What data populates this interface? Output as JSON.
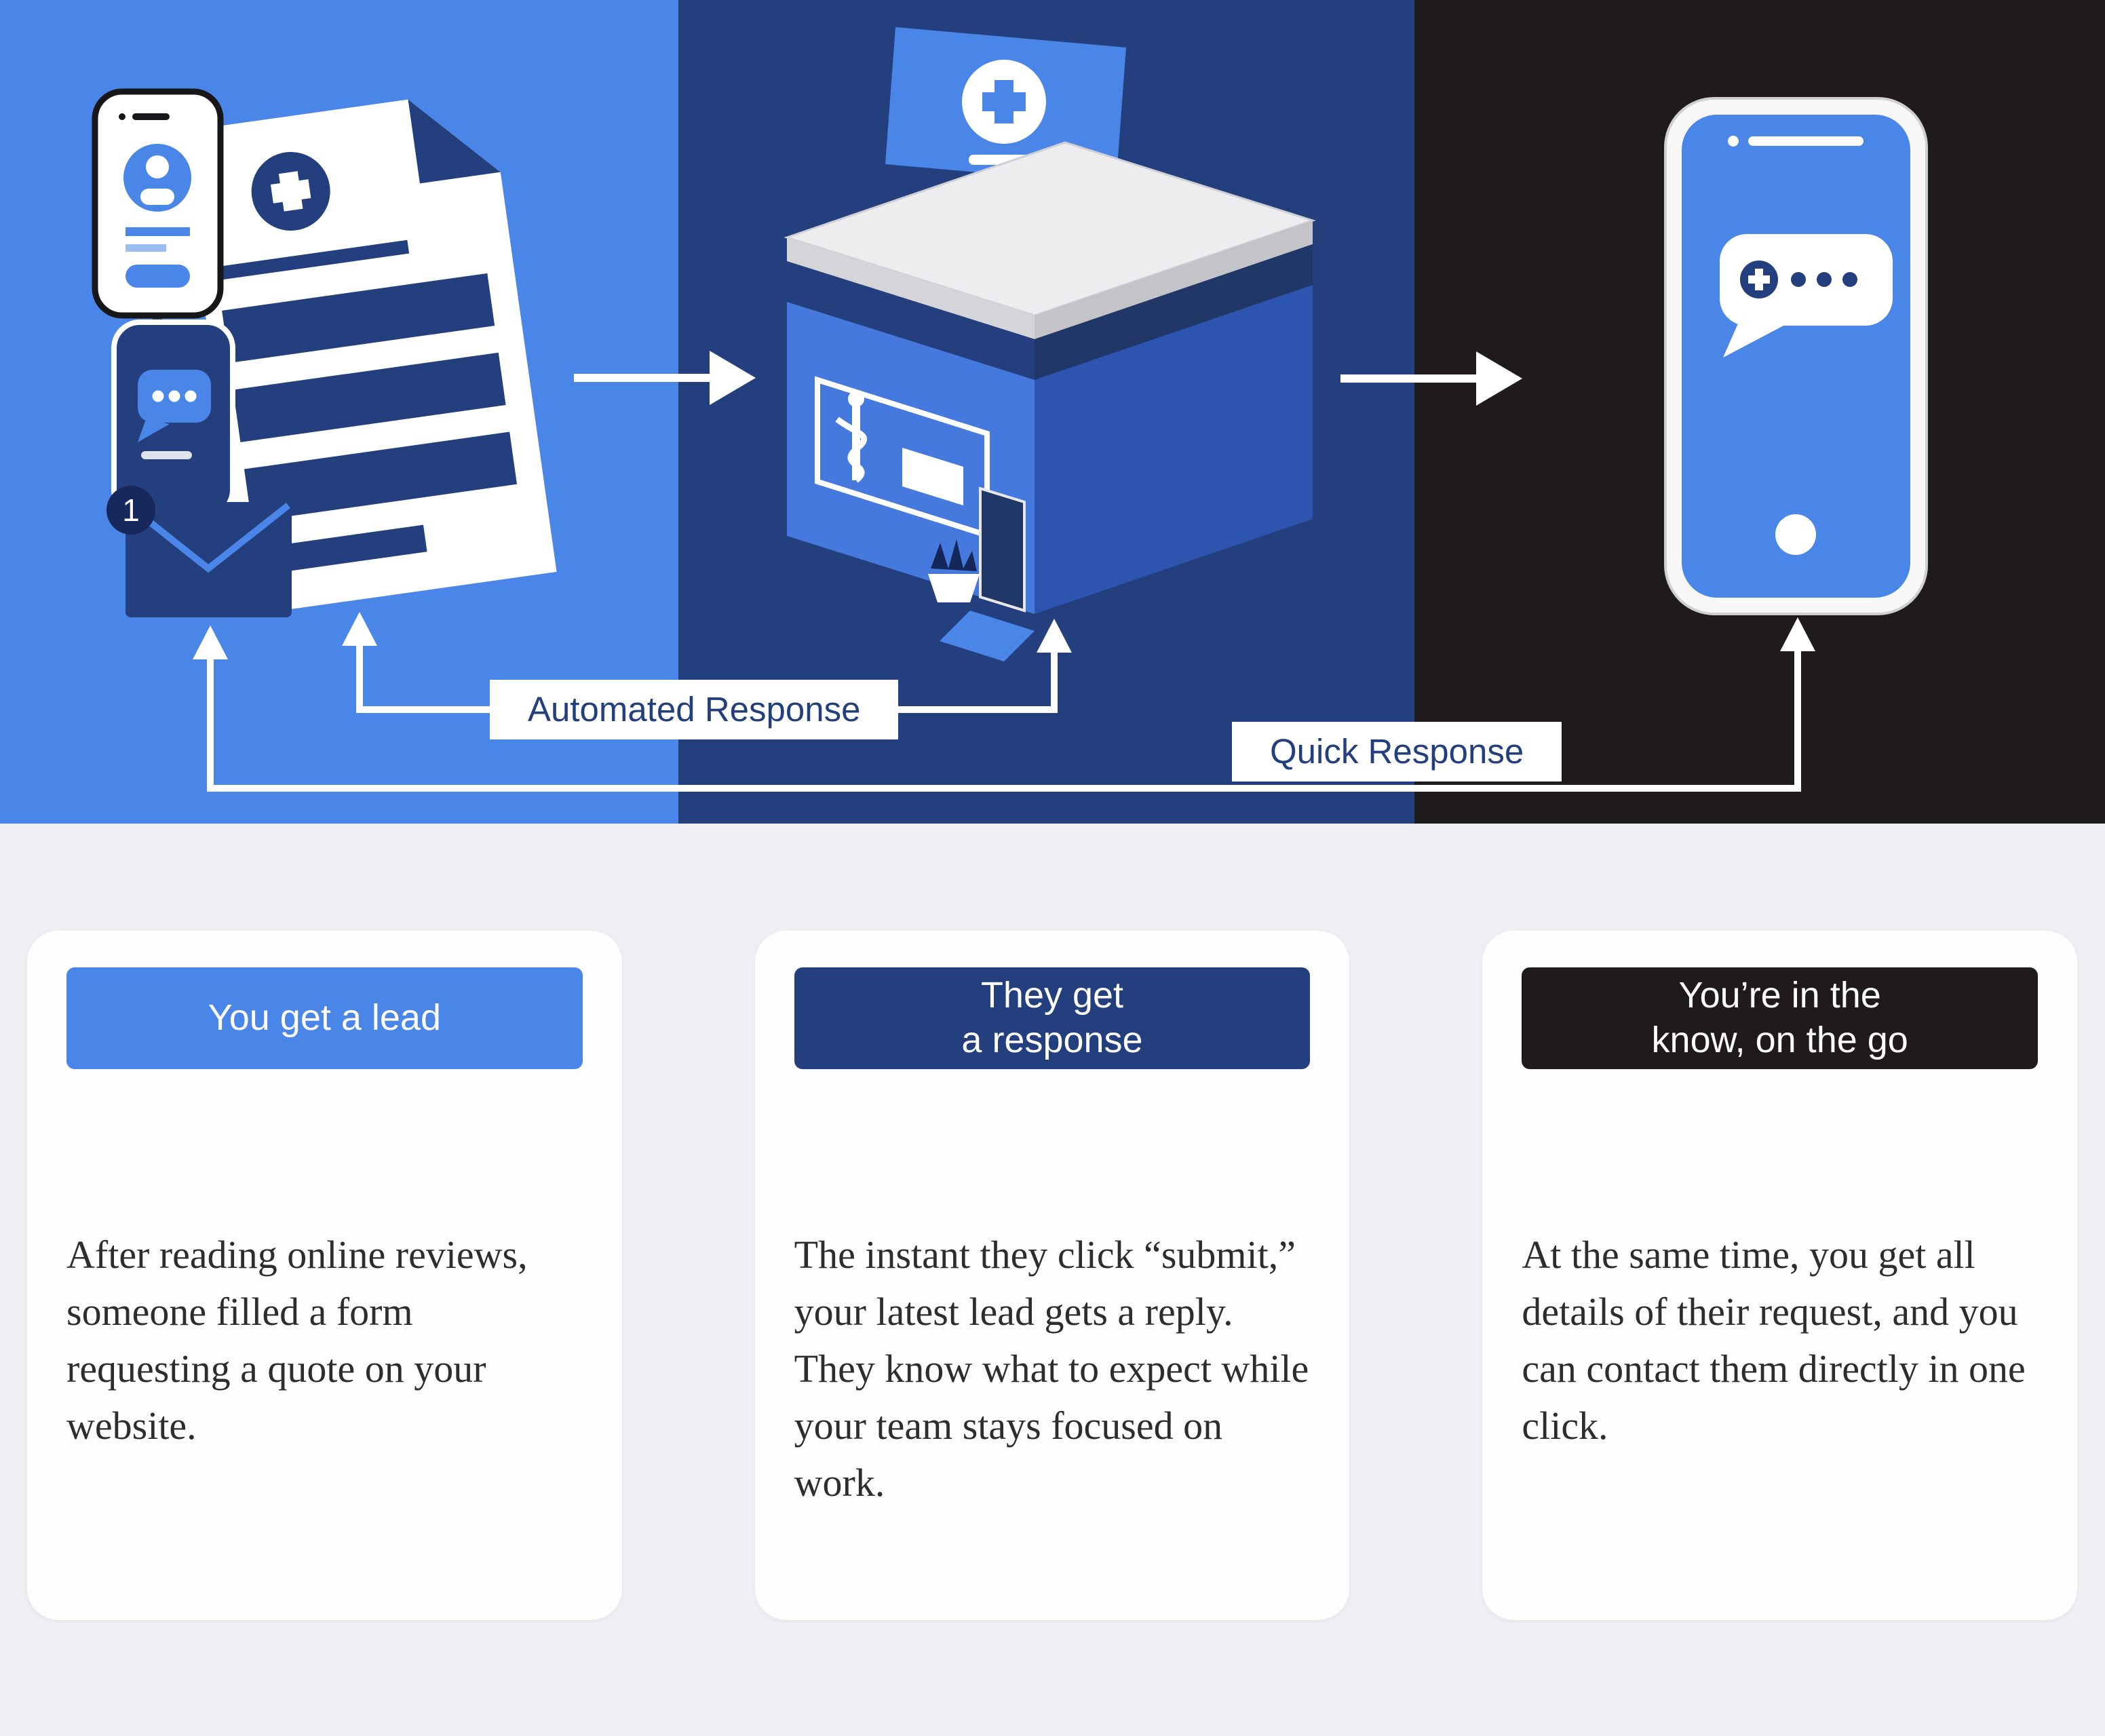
{
  "colors": {
    "accent_blue": "#4a86e8",
    "navy": "#243f7e",
    "near_black": "#1f1b1c",
    "page_bg": "#edeff3",
    "card_bg": "#fdfdfe"
  },
  "flow": {
    "automated_label": "Automated Response",
    "quick_label": "Quick Response",
    "lead_badge": "1"
  },
  "cards": [
    {
      "title_lines": [
        "You get a lead"
      ],
      "title_bg": "#4a86e8",
      "body": "After reading online reviews, someone filled a form requesting a quote on your website."
    },
    {
      "title_lines": [
        "They get",
        "a response"
      ],
      "title_bg": "#243f7e",
      "body": "The instant they click “submit,” your latest lead gets a reply. They know what to expect while your team stays focused on work."
    },
    {
      "title_lines": [
        "You’re in the",
        "know, on the go"
      ],
      "title_bg": "#1f1b1c",
      "body": "At the same time, you get all details of their request, and you can contact them directly in one click."
    }
  ]
}
